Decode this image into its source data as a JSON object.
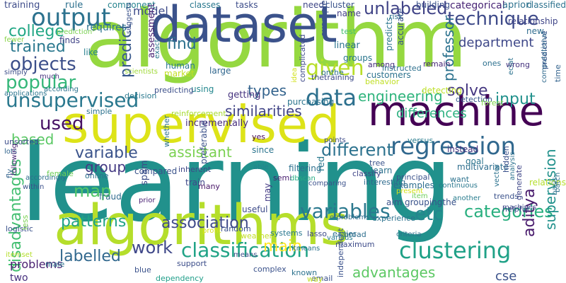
{
  "words": [
    {
      "text": "learning",
      "color": "#21918c"
    },
    {
      "text": "algorithm",
      "color": "#95d840"
    },
    {
      "text": "machine",
      "color": "#440154"
    },
    {
      "text": "supervised",
      "color": "#dde318"
    },
    {
      "text": "algorithms",
      "color": "#b5de2b"
    },
    {
      "text": "dataset",
      "color": "#3b528b"
    },
    {
      "text": "unsupervised",
      "color": "#2a788e"
    },
    {
      "text": "output",
      "color": "#2c728e"
    },
    {
      "text": "regression",
      "color": "#31688e"
    },
    {
      "text": "data",
      "color": "#2d708e"
    },
    {
      "text": "classification",
      "color": "#20a386"
    },
    {
      "text": "clustering",
      "color": "#1fa187"
    },
    {
      "text": "variables",
      "color": "#2a788e"
    },
    {
      "text": "technique",
      "color": "#3e4a89"
    },
    {
      "text": "unlabeled",
      "color": "#414487"
    },
    {
      "text": "given",
      "color": "#b8de29"
    },
    {
      "text": "objects",
      "color": "#3c4f8a"
    },
    {
      "text": "used",
      "color": "#471164"
    },
    {
      "text": "popular",
      "color": "#35b779"
    },
    {
      "text": "trained",
      "color": "#2a788e"
    },
    {
      "text": "college",
      "color": "#22a785"
    },
    {
      "text": "disadvantages",
      "color": "#43bf71"
    },
    {
      "text": "association",
      "color": "#3e4989"
    },
    {
      "text": "patterns",
      "color": "#20a386"
    },
    {
      "text": "categories",
      "color": "#29af7f"
    },
    {
      "text": "advantages",
      "color": "#5cc863"
    },
    {
      "text": "labelled",
      "color": "#31688e"
    },
    {
      "text": "engineering",
      "color": "#2fb47c"
    },
    {
      "text": "professor",
      "color": "#2c728e"
    },
    {
      "text": "department",
      "color": "#3f4889"
    },
    {
      "text": "etc",
      "color": "#25858e"
    },
    {
      "text": "map",
      "color": "#52c569"
    },
    {
      "text": "aditya",
      "color": "#481a6c"
    },
    {
      "text": "supervision",
      "color": "#21918c"
    },
    {
      "text": "work",
      "color": "#3f4889"
    },
    {
      "text": "different",
      "color": "#2c728e"
    },
    {
      "text": "variable",
      "color": "#3a538b"
    },
    {
      "text": "assistant",
      "color": "#7ad151"
    },
    {
      "text": "similarities",
      "color": "#414487"
    },
    {
      "text": "types",
      "color": "#33638d"
    },
    {
      "text": "input",
      "color": "#21918c"
    },
    {
      "text": "differences",
      "color": "#2ab07f"
    },
    {
      "text": "solve",
      "color": "#453781"
    },
    {
      "text": "based",
      "color": "#5ac864"
    },
    {
      "text": "group",
      "color": "#443a83"
    },
    {
      "text": "find",
      "color": "#2d718e"
    },
    {
      "text": "predict",
      "color": "#38598c"
    },
    {
      "text": "main",
      "color": "#fde725"
    },
    {
      "text": "cse",
      "color": "#3b528b"
    },
    {
      "text": "two",
      "color": "#46307e"
    },
    {
      "text": "problems",
      "color": "#481f70"
    },
    {
      "text": "training",
      "color": "#3e4c8a"
    },
    {
      "text": "rule",
      "color": "#2d708e"
    },
    {
      "text": "component",
      "color": "#25838e"
    },
    {
      "text": "classes",
      "color": "#2a788e"
    },
    {
      "text": "need",
      "color": "#3f4788"
    },
    {
      "text": "cluster",
      "color": "#3a538b"
    },
    {
      "text": "building",
      "color": "#3b528b"
    },
    {
      "text": "categorical",
      "color": "#482475"
    },
    {
      "text": "apriori",
      "color": "#2d718e"
    },
    {
      "text": "classified",
      "color": "#2c728e"
    },
    {
      "text": "model",
      "color": "#3e4c8a"
    },
    {
      "text": "tasks",
      "color": "#3d4d8a"
    },
    {
      "text": "name",
      "color": "#433e85"
    },
    {
      "text": "risk",
      "color": "#2e6f8e"
    },
    {
      "text": "relationship",
      "color": "#404688"
    },
    {
      "text": "new",
      "color": "#2f6c8e"
    },
    {
      "text": "requires",
      "color": "#2c738e"
    },
    {
      "text": "suggests",
      "color": "#3b528b"
    },
    {
      "text": "test",
      "color": "#46c06f"
    },
    {
      "text": "prediction",
      "color": "#7ad151"
    },
    {
      "text": "fewer",
      "color": "#89d548"
    },
    {
      "text": "finds",
      "color": "#414487"
    },
    {
      "text": "like",
      "color": "#277f8e"
    },
    {
      "text": "assessment",
      "color": "#482173"
    },
    {
      "text": "exact",
      "color": "#2a788e"
    },
    {
      "text": "example",
      "color": "#3b528b"
    },
    {
      "text": "linear",
      "color": "#2c738e"
    },
    {
      "text": "groups",
      "color": "#2a768e"
    },
    {
      "text": "accurate",
      "color": "#3b528b"
    },
    {
      "text": "predicts",
      "color": "#2a768e"
    },
    {
      "text": "among",
      "color": "#472f7d"
    },
    {
      "text": "instructed",
      "color": "#2d708e"
    },
    {
      "text": "onthe",
      "color": "#2c728e"
    },
    {
      "text": "thetraining",
      "color": "#3e4a89"
    },
    {
      "text": "customers",
      "color": "#2c728e"
    },
    {
      "text": "behavior",
      "color": "#c0df25"
    },
    {
      "text": "remain",
      "color": "#482878"
    },
    {
      "text": "ones",
      "color": "#2d708e"
    },
    {
      "text": "wrong",
      "color": "#46337f"
    },
    {
      "text": "eclat",
      "color": "#2c728e"
    },
    {
      "text": "predictive",
      "color": "#3b528b"
    },
    {
      "text": "computational",
      "color": "#306a8e"
    },
    {
      "text": "time",
      "color": "#33638d"
    },
    {
      "text": "simply",
      "color": "#3d4e8a"
    },
    {
      "text": "much",
      "color": "#46327e"
    },
    {
      "text": "according",
      "color": "#2c728e"
    },
    {
      "text": "applications",
      "color": "#2b758e"
    },
    {
      "text": "scientists",
      "color": "#a0da39"
    },
    {
      "text": "market",
      "color": "#c2df23"
    },
    {
      "text": "human",
      "color": "#2a788e"
    },
    {
      "text": "using",
      "color": "#24878e"
    },
    {
      "text": "large",
      "color": "#31678e"
    },
    {
      "text": "idea",
      "color": "#d2e21b"
    },
    {
      "text": "complicated",
      "color": "#3e4989"
    },
    {
      "text": "purchasing",
      "color": "#2b748e"
    },
    {
      "text": "detecting",
      "color": "#bddf26"
    },
    {
      "text": "detection",
      "color": "#38588c"
    },
    {
      "text": "forest",
      "color": "#7fd34e"
    },
    {
      "text": "simple",
      "color": "#2c728e"
    },
    {
      "text": "reinforcement",
      "color": "#a8db34"
    },
    {
      "text": "incrementally",
      "color": "#472d7b"
    },
    {
      "text": "decision",
      "color": "#2a788e"
    },
    {
      "text": "predicting",
      "color": "#3c4f8a"
    },
    {
      "text": "getting",
      "color": "#46337f"
    },
    {
      "text": "whether",
      "color": "#2c738e"
    },
    {
      "text": "inherent",
      "color": "#3f4788"
    },
    {
      "text": "unsorted",
      "color": "#3d4d8a"
    },
    {
      "text": "lots",
      "color": "#32658e"
    },
    {
      "text": "fly",
      "color": "#33638d"
    },
    {
      "text": "following",
      "color": "#482475"
    },
    {
      "text": "accordingly",
      "color": "#2e6e8e"
    },
    {
      "text": "female",
      "color": "#6ece58"
    },
    {
      "text": "within",
      "color": "#3b528b"
    },
    {
      "text": "online",
      "color": "#2c728e"
    },
    {
      "text": "fraud",
      "color": "#2f6b8e"
    },
    {
      "text": "compared",
      "color": "#3a538b"
    },
    {
      "text": "train",
      "color": "#3f4788"
    },
    {
      "text": "spam",
      "color": "#3d4e8a"
    },
    {
      "text": "prior",
      "color": "#482173"
    },
    {
      "text": "many",
      "color": "#481668"
    },
    {
      "text": "preferable",
      "color": "#3b528b"
    },
    {
      "text": "yes",
      "color": "#46085c"
    },
    {
      "text": "able",
      "color": "#25848e"
    },
    {
      "text": "since",
      "color": "#2b748e"
    },
    {
      "text": "red",
      "color": "#2a788e"
    },
    {
      "text": "filtering",
      "color": "#2d708e"
    },
    {
      "text": "points",
      "color": "#3e4c8a"
    },
    {
      "text": "versus",
      "color": "#287c8e"
    },
    {
      "text": "relations",
      "color": "#b5de2b"
    },
    {
      "text": "instead",
      "color": "#46327e"
    },
    {
      "text": "multivariate",
      "color": "#2e6e8e"
    },
    {
      "text": "analysis",
      "color": "#2c728e"
    },
    {
      "text": "tree",
      "color": "#3a538b"
    },
    {
      "text": "hidden",
      "color": "#3b528b"
    },
    {
      "text": "basis",
      "color": "#2b748e"
    },
    {
      "text": "helpful",
      "color": "#3e4989"
    },
    {
      "text": "learn",
      "color": "#2c728e"
    },
    {
      "text": "principal",
      "color": "#3b528b"
    },
    {
      "text": "examples",
      "color": "#2e6e8e"
    },
    {
      "text": "classify",
      "color": "#404688"
    },
    {
      "text": "interesting",
      "color": "#2f6b8e"
    },
    {
      "text": "want",
      "color": "#2c728e"
    },
    {
      "text": "another",
      "color": "#287c8e"
    },
    {
      "text": "goal",
      "color": "#2b748e"
    },
    {
      "text": "trends",
      "color": "#3b528b"
    },
    {
      "text": "batch",
      "color": "#2c728e"
    },
    {
      "text": "machines",
      "color": "#3e4989"
    },
    {
      "text": "may",
      "color": "#443b84"
    },
    {
      "text": "semi",
      "color": "#481f70"
    },
    {
      "text": "dbscan",
      "color": "#25ab82"
    },
    {
      "text": "comparing",
      "color": "#3b528b"
    },
    {
      "text": "present",
      "color": "#d5e21a"
    },
    {
      "text": "groupingthe",
      "color": "#3a538b"
    },
    {
      "text": "generate",
      "color": "#3f4788"
    },
    {
      "text": "vector",
      "color": "#2c728e"
    },
    {
      "text": "continuous",
      "color": "#2a788e"
    },
    {
      "text": "item",
      "color": "#6ece58"
    },
    {
      "text": "useful",
      "color": "#3e4c8a"
    },
    {
      "text": "profit",
      "color": "#d8e219"
    },
    {
      "text": "aim",
      "color": "#3b528b"
    },
    {
      "text": "experience",
      "color": "#2c728e"
    },
    {
      "text": "means",
      "color": "#3d4e8a"
    },
    {
      "text": "lasso",
      "color": "#3e4c8a"
    },
    {
      "text": "ofproblems",
      "color": "#2f6b8e"
    },
    {
      "text": "random",
      "color": "#3b528b"
    },
    {
      "text": "systems",
      "color": "#2a788e"
    },
    {
      "text": "easier",
      "color": "#2c728e"
    },
    {
      "text": "logistic",
      "color": "#3b528b"
    },
    {
      "text": "less",
      "color": "#7ad151"
    },
    {
      "text": "weather",
      "color": "#c2df23"
    },
    {
      "text": "various",
      "color": "#287c8e"
    },
    {
      "text": "male",
      "color": "#2c728e"
    },
    {
      "text": "blue",
      "color": "#3b528b"
    },
    {
      "text": "dependency",
      "color": "#1f9e89"
    },
    {
      "text": "itemset",
      "color": "#b5de2b"
    },
    {
      "text": "support",
      "color": "#3d4e8a"
    },
    {
      "text": "itmeans",
      "color": "#2c728e"
    },
    {
      "text": "complex",
      "color": "#3b528b"
    },
    {
      "text": "broad",
      "color": "#2e6e8e"
    },
    {
      "text": "maximum",
      "color": "#3e4c8a"
    },
    {
      "text": "criteria",
      "color": "#2c728e"
    },
    {
      "text": "independent",
      "color": "#3b528b"
    },
    {
      "text": "email",
      "color": "#3b528b"
    },
    {
      "text": "known",
      "color": "#2c728e"
    },
    {
      "text": "way",
      "color": "#c2df23"
    }
  ]
}
